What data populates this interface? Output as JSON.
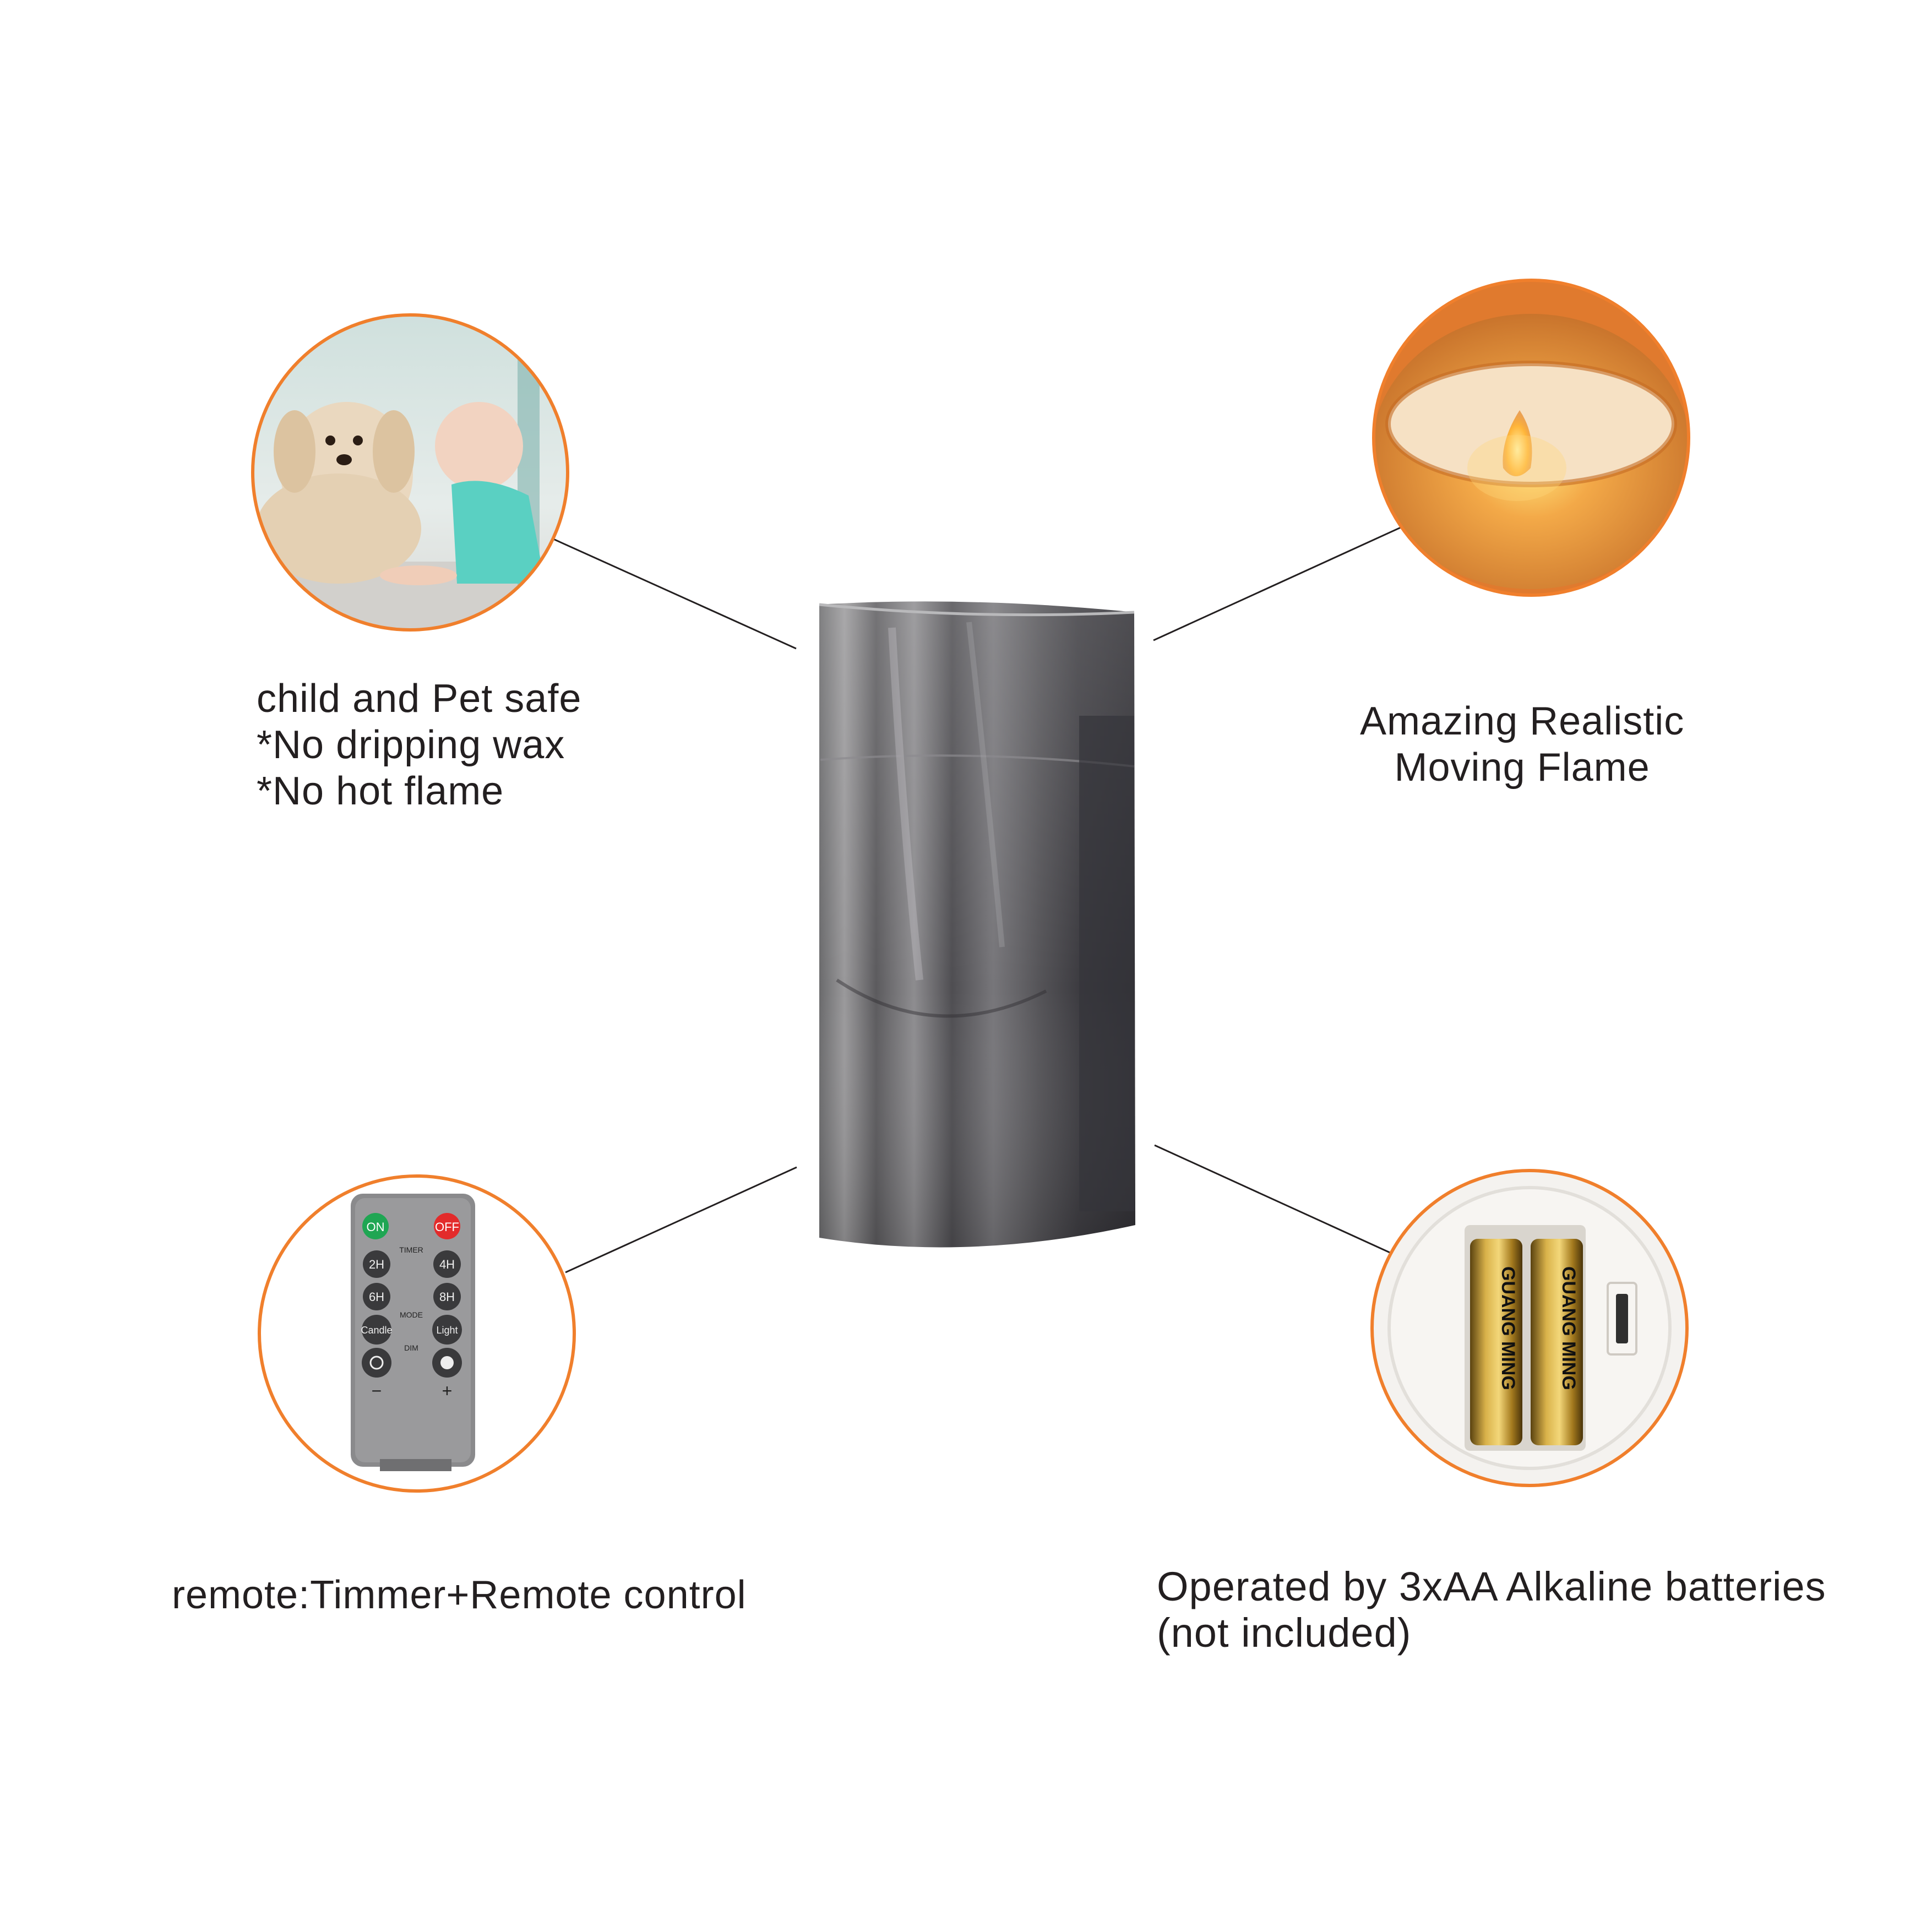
{
  "features": {
    "top_left": {
      "lines": [
        "child and Pet safe",
        "*No dripping wax",
        "*No hot flame"
      ],
      "image": "dog-and-baby-photo"
    },
    "top_right": {
      "lines": [
        "Amazing Realistic",
        "Moving Flame"
      ],
      "image": "flickering-flame-candle-photo"
    },
    "bottom_left": {
      "lines": [
        "remote:Timmer+Remote control"
      ],
      "image": "remote-control-photo",
      "remote": {
        "on": "ON",
        "off": "OFF",
        "timer_label": "TIMER",
        "t2": "2H",
        "t4": "4H",
        "t6": "6H",
        "t8": "8H",
        "mode_label": "MODE",
        "candle": "Candle",
        "light": "Light",
        "dim_label": "DIM",
        "minus": "−",
        "plus": "+"
      }
    },
    "bottom_right": {
      "lines": [
        "Operated by 3xAA  Alkaline batteries",
        "(not included)"
      ],
      "image": "battery-compartment-photo",
      "battery_brand": "GUANG MING"
    }
  },
  "product": {
    "image": "smoky-glass-candle-photo"
  },
  "colors": {
    "ring": "#f07f2c",
    "connector": "#231f20",
    "text": "#231f20"
  }
}
